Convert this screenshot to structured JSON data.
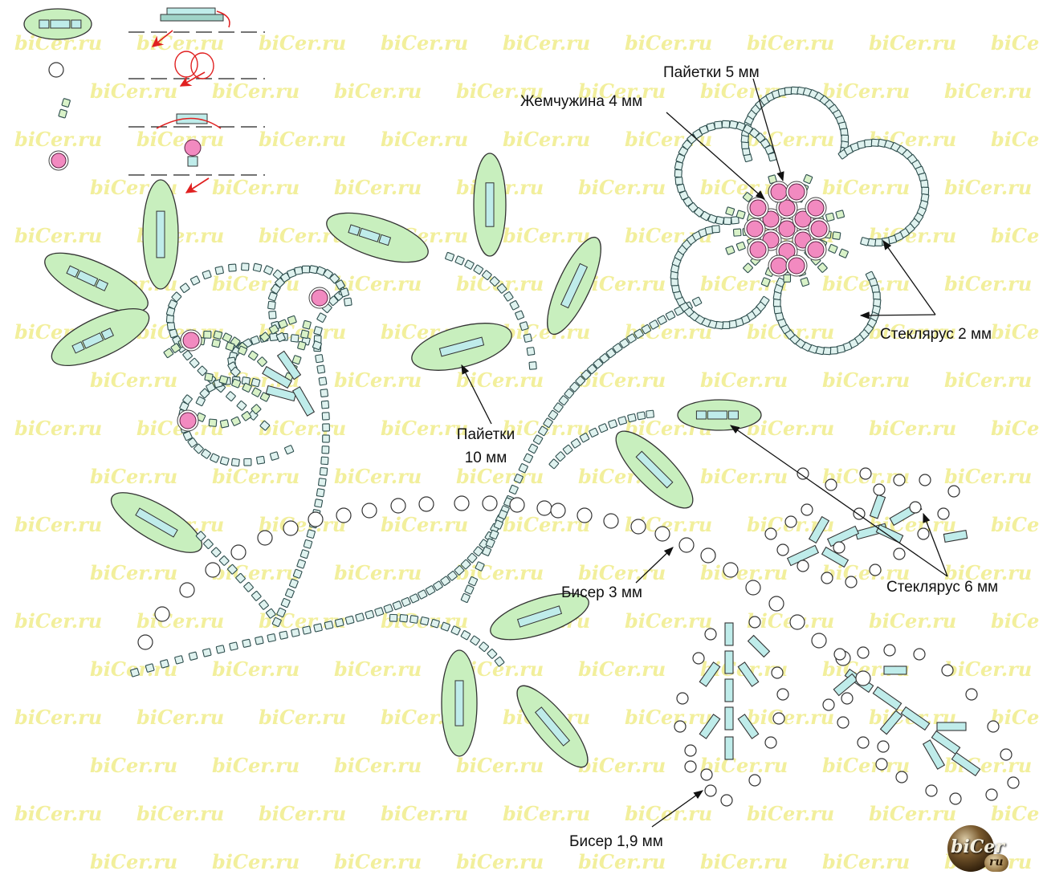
{
  "watermark": "biCer.ru",
  "labels": {
    "sequins_5mm": "Пайетки 5 мм",
    "pearl_4mm": "Жемчужина 4 мм",
    "bugle_2mm": "Стеклярус 2 мм",
    "sequins_10mm_line1": "Пайетки",
    "sequins_10mm_line2": "10 мм",
    "bugle_6mm": "Стеклярус 6 мм",
    "bead_3mm": "Бисер 3 мм",
    "bead_19mm": "Бисер 1,9 мм"
  },
  "logo": {
    "text": "biCer",
    "suffix": "ru"
  },
  "colors": {
    "leaf_fill": "#c8efbe",
    "leaf_stroke": "#333333",
    "bugle_fill": "#bfecea",
    "bead_fill": "#dff2ef",
    "bead_light_green": "#d9f2c8",
    "pearl_pink": "#f28ac0",
    "arrow_red": "#e02020",
    "watermark": "#f2ef9c"
  }
}
